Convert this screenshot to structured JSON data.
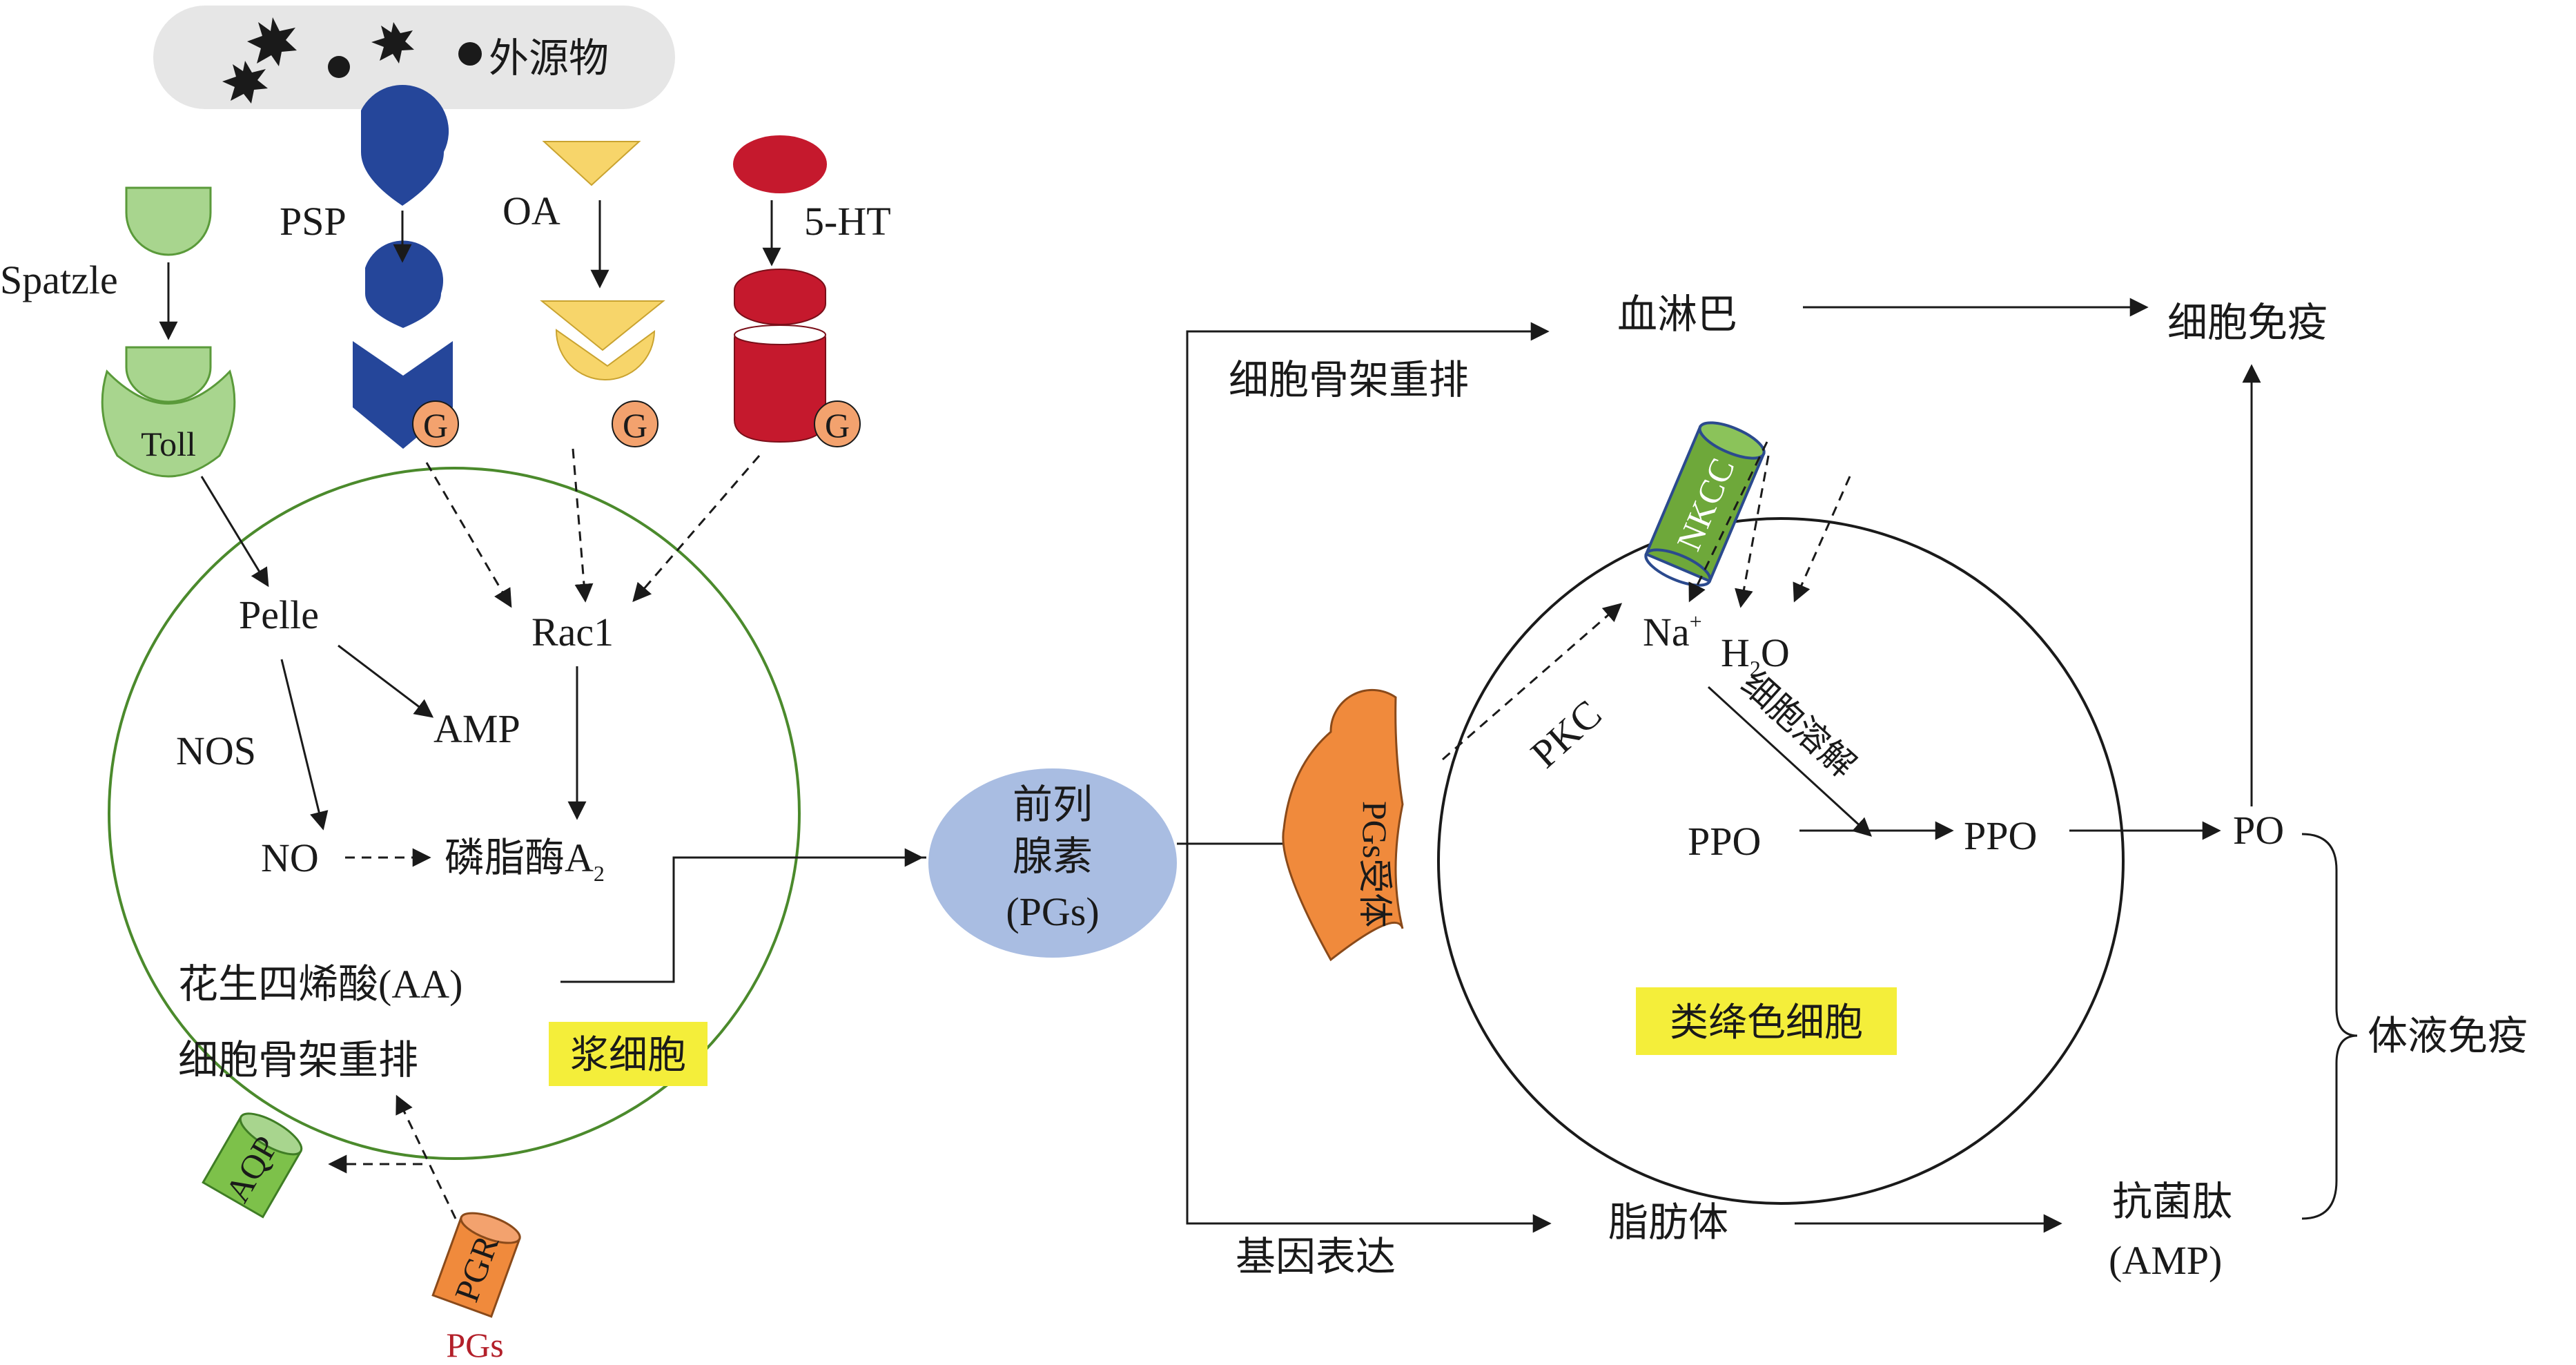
{
  "labels": {
    "exogenous": "外源物",
    "spatzle": "Spatzle",
    "toll": "Toll",
    "psp": "PSP",
    "oa": "OA",
    "ht": "5-HT",
    "g": "G",
    "pelle": "Pelle",
    "rac1": "Rac1",
    "nos": "NOS",
    "amp_inner": "AMP",
    "no": "NO",
    "pla2": "磷脂酶A",
    "pla2_sub": "2",
    "aa": "花生四烯酸(AA)",
    "cytoskeleton_left": "细胞骨架重排",
    "plasma_cell": "浆细胞",
    "aqp": "AQP",
    "pgr": "PGR",
    "pgs_bottom": "PGs",
    "pgs_center_1": "前列",
    "pgs_center_2": "腺素",
    "pgs_center_3": "(PGs)",
    "pgs_receptor": "PGs受体",
    "cytoskeleton_right": "细胞骨架重排",
    "hemolymph": "血淋巴",
    "cellular_immunity": "细胞免疫",
    "nkcc": "NKCC",
    "na": "Na",
    "na_sup": "+",
    "h2o_h": "H",
    "h2o_sub": "2",
    "h2o_o": "O",
    "pkc": "PKC",
    "lysis": "细胞溶解",
    "ppo_left": "PPO",
    "ppo_right": "PPO",
    "po": "PO",
    "oenocytoid": "类绛色细胞",
    "humoral_immunity": "体液免疫",
    "gene_expression": "基因表达",
    "fat_body": "脂肪体",
    "amp_peptide": "抗菌肽",
    "amp_paren": "(AMP)"
  },
  "colors": {
    "green_light": "#a8d58e",
    "green_dark": "#5a9a3a",
    "blue": "#25469a",
    "yellow": "#f7d56a",
    "red": "#c5192d",
    "orange": "#f08a3c",
    "g_circle": "#f3a26e",
    "pgs_blob": "#a9bde2",
    "highlight": "#f4ee3a",
    "cell_outline_green": "#4b8a2c",
    "cell_outline_black": "#1a1a1a",
    "exo_cloud": "#e6e6e6"
  }
}
